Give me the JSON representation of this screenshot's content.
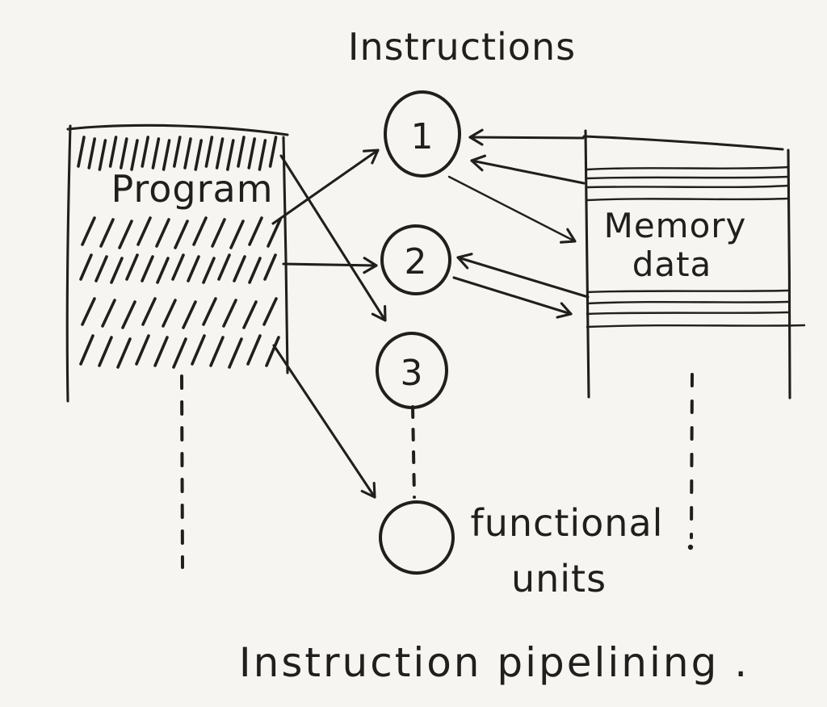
{
  "page": {
    "background": "#f7f5f1",
    "ink": "#211f1d"
  },
  "labels": {
    "instructions_title": "Instructions",
    "program": "Program",
    "memory_line1": "Memory",
    "memory_line2": "data",
    "functional_line1": "functional",
    "functional_line2": "units",
    "caption": "Instruction pipelining ."
  },
  "stages": [
    {
      "id": "1"
    },
    {
      "id": "2"
    },
    {
      "id": "3"
    }
  ],
  "edges": [
    {
      "from": "program",
      "to": "stage-1",
      "style": "solid-arrow"
    },
    {
      "from": "program",
      "to": "stage-2",
      "style": "solid-arrow"
    },
    {
      "from": "program",
      "to": "stage-3",
      "style": "solid-arrow"
    },
    {
      "from": "program",
      "to": "functional-units",
      "style": "solid-arrow"
    },
    {
      "from": "memory",
      "to": "stage-1",
      "style": "solid-arrow"
    },
    {
      "from": "memory",
      "to": "stage-1",
      "style": "solid-arrow"
    },
    {
      "from": "stage-1",
      "to": "memory",
      "style": "solid-arrow"
    },
    {
      "from": "memory",
      "to": "stage-2",
      "style": "solid-arrow"
    },
    {
      "from": "stage-2",
      "to": "memory",
      "style": "solid-arrow"
    },
    {
      "from": "stage-3",
      "to": "functional-units",
      "style": "dashed"
    },
    {
      "from": "program",
      "to": "continuation-below",
      "style": "dashed"
    },
    {
      "from": "memory",
      "to": "continuation-below",
      "style": "dashed"
    }
  ]
}
